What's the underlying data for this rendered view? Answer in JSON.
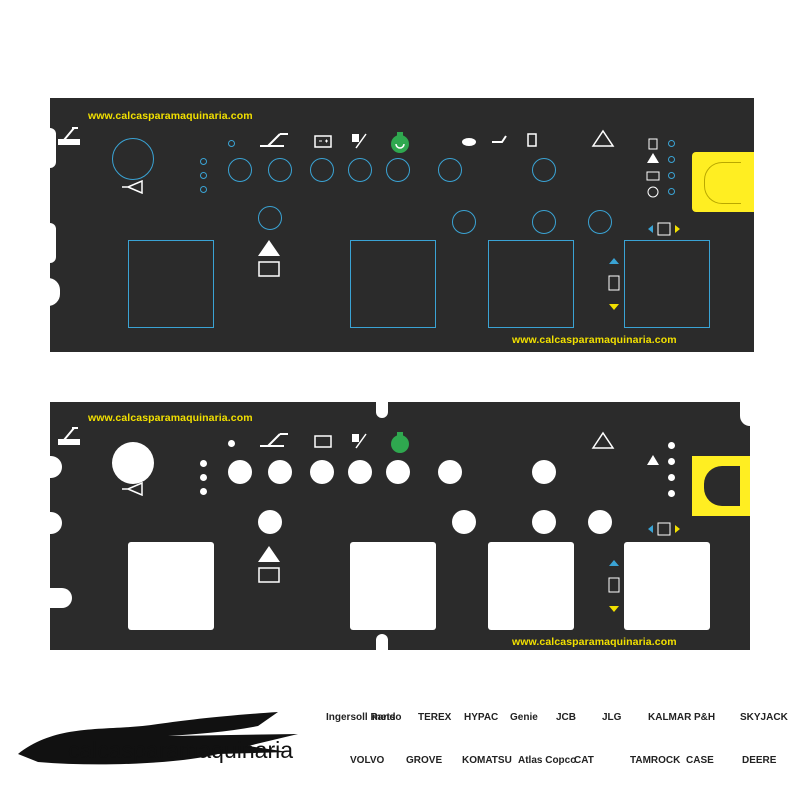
{
  "website": "www.calcasparamaquinaria.com",
  "brand_logo_text": "calcasparamaquinaria",
  "brand_logos_row1": [
    "Ingersoll Rand",
    "metso",
    "TEREX",
    "HYPAC",
    "Genie",
    "JCB",
    "JLG",
    "KALMAR",
    "P&H",
    "SKYJACK"
  ],
  "brand_logos_row2": [
    "VOLVO",
    "GROVE",
    "KOMATSU",
    "Atlas Copco",
    "CAT",
    "TAMROCK",
    "CASE",
    "DEERE"
  ],
  "colors": {
    "panel": "#2b2b2b",
    "accent_yellow": "#f2e000",
    "outline_blue": "#3aa3d4",
    "indicator_green": "#2fa84f"
  },
  "icons": [
    "boom-lift-icon",
    "horn-icon",
    "power-icon",
    "battery-icon",
    "percent-icon",
    "engine-start-icon",
    "turtle-icon",
    "rabbit-icon",
    "fuel-icon",
    "warning-icon",
    "tilt-alarm-icon",
    "manual-icon",
    "steer-icon",
    "drive-arrow-icon",
    "brake-icon"
  ]
}
